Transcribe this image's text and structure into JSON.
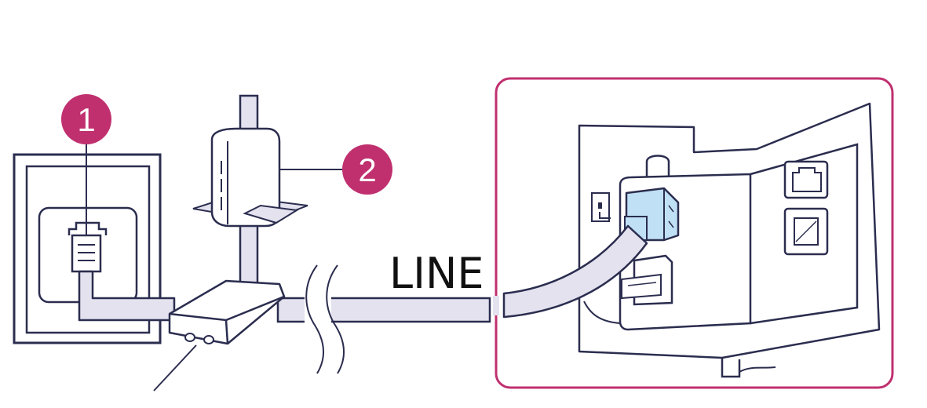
{
  "colors": {
    "outline": "#2b2d4f",
    "cable": "#e3e2ee",
    "accent": "#c0306f",
    "highlight": "#bfe0f5",
    "background": "#ffffff"
  },
  "callouts": [
    {
      "label": "1"
    },
    {
      "label": "2"
    }
  ],
  "cable_label": "LINE",
  "icons": {
    "wall_jack": "wall-phone-jack-icon",
    "splitter": "dsl-filter-icon",
    "tablet": "tablet-icon",
    "printer_port": "printer-line-port-icon"
  }
}
